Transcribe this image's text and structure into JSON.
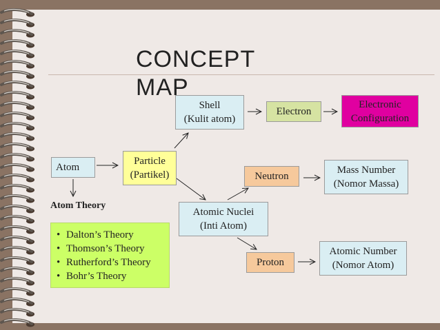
{
  "title": {
    "line1": "CONCEPT",
    "line2": "MAP"
  },
  "nodes": {
    "shell": "Shell\n(Kulit atom)",
    "electron": "Electron",
    "electronic_configuration": "Electronic\nConfiguration",
    "atom": "Atom",
    "particle": "Particle\n(Partikel)",
    "neutron": "Neutron",
    "mass_number": "Mass Number\n(Nomor Massa)",
    "atomic_nuclei": "Atomic Nuclei\n(Inti Atom)",
    "proton": "Proton",
    "atomic_number": "Atomic Number\n(Nomor Atom)"
  },
  "atom_theory": {
    "heading": "Atom Theory",
    "items": [
      "Dalton’s Theory",
      "Thomson’s Theory",
      "Rutherford’s Theory",
      "Bohr’s Theory"
    ]
  },
  "icons": {
    "bullet": "•"
  },
  "colors": {
    "light_blue": "#daeef3",
    "yellow": "#ffff99",
    "green": "#d6e3a2",
    "magenta": "#e000a0",
    "peach": "#f6c99c",
    "lime": "#ccff66"
  }
}
